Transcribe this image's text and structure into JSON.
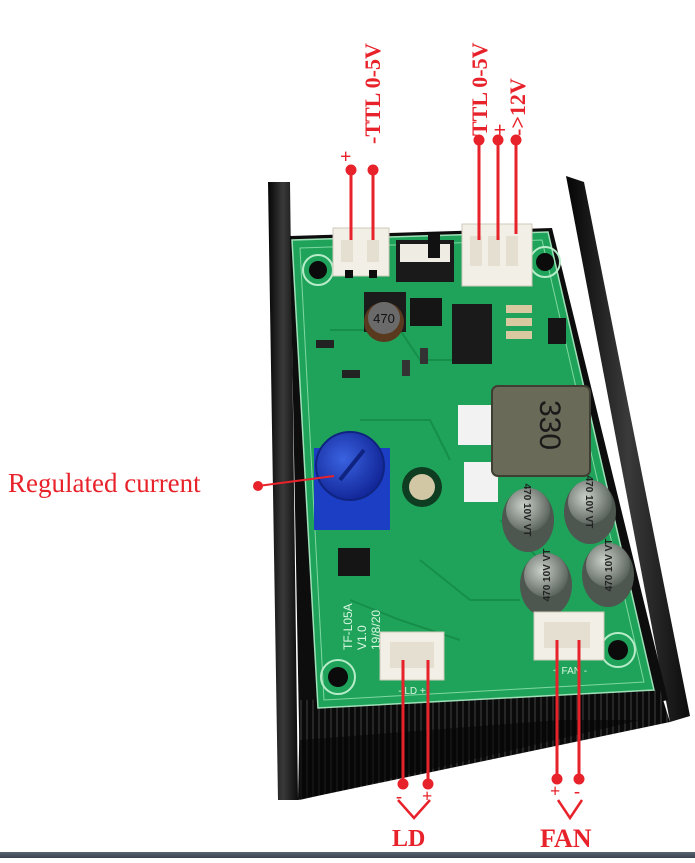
{
  "diagram": {
    "subject": "Laser diode driver board on black heatsink",
    "annotation_color": "#e8222a",
    "pcb_color": "#1fa35a",
    "heatsink_color": "#141414",
    "top_connectors": [
      {
        "id": "ttl-input",
        "label": "TTL 0-5V",
        "pins": [
          {
            "sign": "+"
          },
          {
            "sign": "-"
          }
        ]
      },
      {
        "id": "power-ttl",
        "label_lines": [
          "TTL 0-5V",
          "+",
          "->12V"
        ],
        "pins": [
          {
            "name": "TTL 0-5V"
          },
          {
            "sign": "+"
          },
          {
            "sign": "-",
            "name": ">12V"
          }
        ]
      }
    ],
    "callouts": {
      "potentiometer": "Regulated current"
    },
    "bottom_connectors": [
      {
        "id": "ld",
        "label": "LD",
        "pins": [
          {
            "sign": "-"
          },
          {
            "sign": "+"
          }
        ]
      },
      {
        "id": "fan",
        "label": "FAN",
        "pins": [
          {
            "sign": "+"
          },
          {
            "sign": "-"
          }
        ]
      }
    ],
    "components": {
      "inductor_small": "470",
      "inductor_large": "330",
      "capacitor_marking": [
        "470",
        "10V",
        "VT"
      ],
      "board_silkscreen": [
        "TF-L05A",
        "V1.0",
        "19/8/20"
      ],
      "ld_silkscreen": [
        "-",
        "LD",
        "+"
      ],
      "fan_silkscreen": [
        "+",
        "FAN",
        "-"
      ]
    }
  }
}
